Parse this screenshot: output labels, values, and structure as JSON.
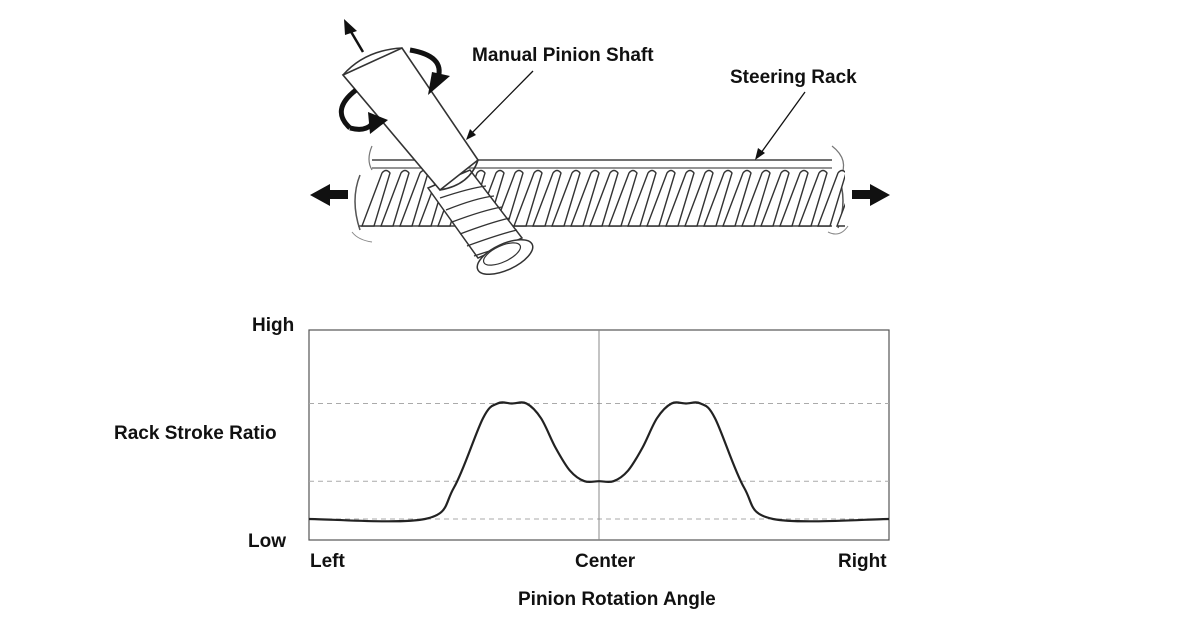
{
  "labels": {
    "pinion_shaft": "Manual Pinion Shaft",
    "steering_rack": "Steering Rack"
  },
  "chart_data": {
    "type": "line",
    "xlabel": "Pinion Rotation Angle",
    "ylabel": "Rack Stroke Ratio",
    "x_ticks": [
      "Left",
      "Center",
      "Right"
    ],
    "y_ticks": [
      "Low",
      "High"
    ],
    "xlim": [
      -1,
      1
    ],
    "ylim": [
      0,
      1
    ],
    "reference_levels": [
      0.1,
      0.28,
      0.65
    ],
    "center_line": 0,
    "grid": false,
    "series": [
      {
        "x": [
          -1,
          -0.6,
          -0.5,
          -0.4,
          -0.35,
          -0.3,
          -0.25,
          -0.2,
          -0.15,
          -0.1,
          -0.05,
          0,
          0.05,
          0.1,
          0.15,
          0.2,
          0.25,
          0.3,
          0.35,
          0.4,
          0.5,
          0.6,
          1
        ],
        "y": [
          0.1,
          0.1,
          0.25,
          0.58,
          0.65,
          0.65,
          0.65,
          0.58,
          0.44,
          0.33,
          0.28,
          0.28,
          0.28,
          0.33,
          0.44,
          0.58,
          0.65,
          0.65,
          0.65,
          0.58,
          0.25,
          0.1,
          0.1
        ]
      }
    ]
  }
}
